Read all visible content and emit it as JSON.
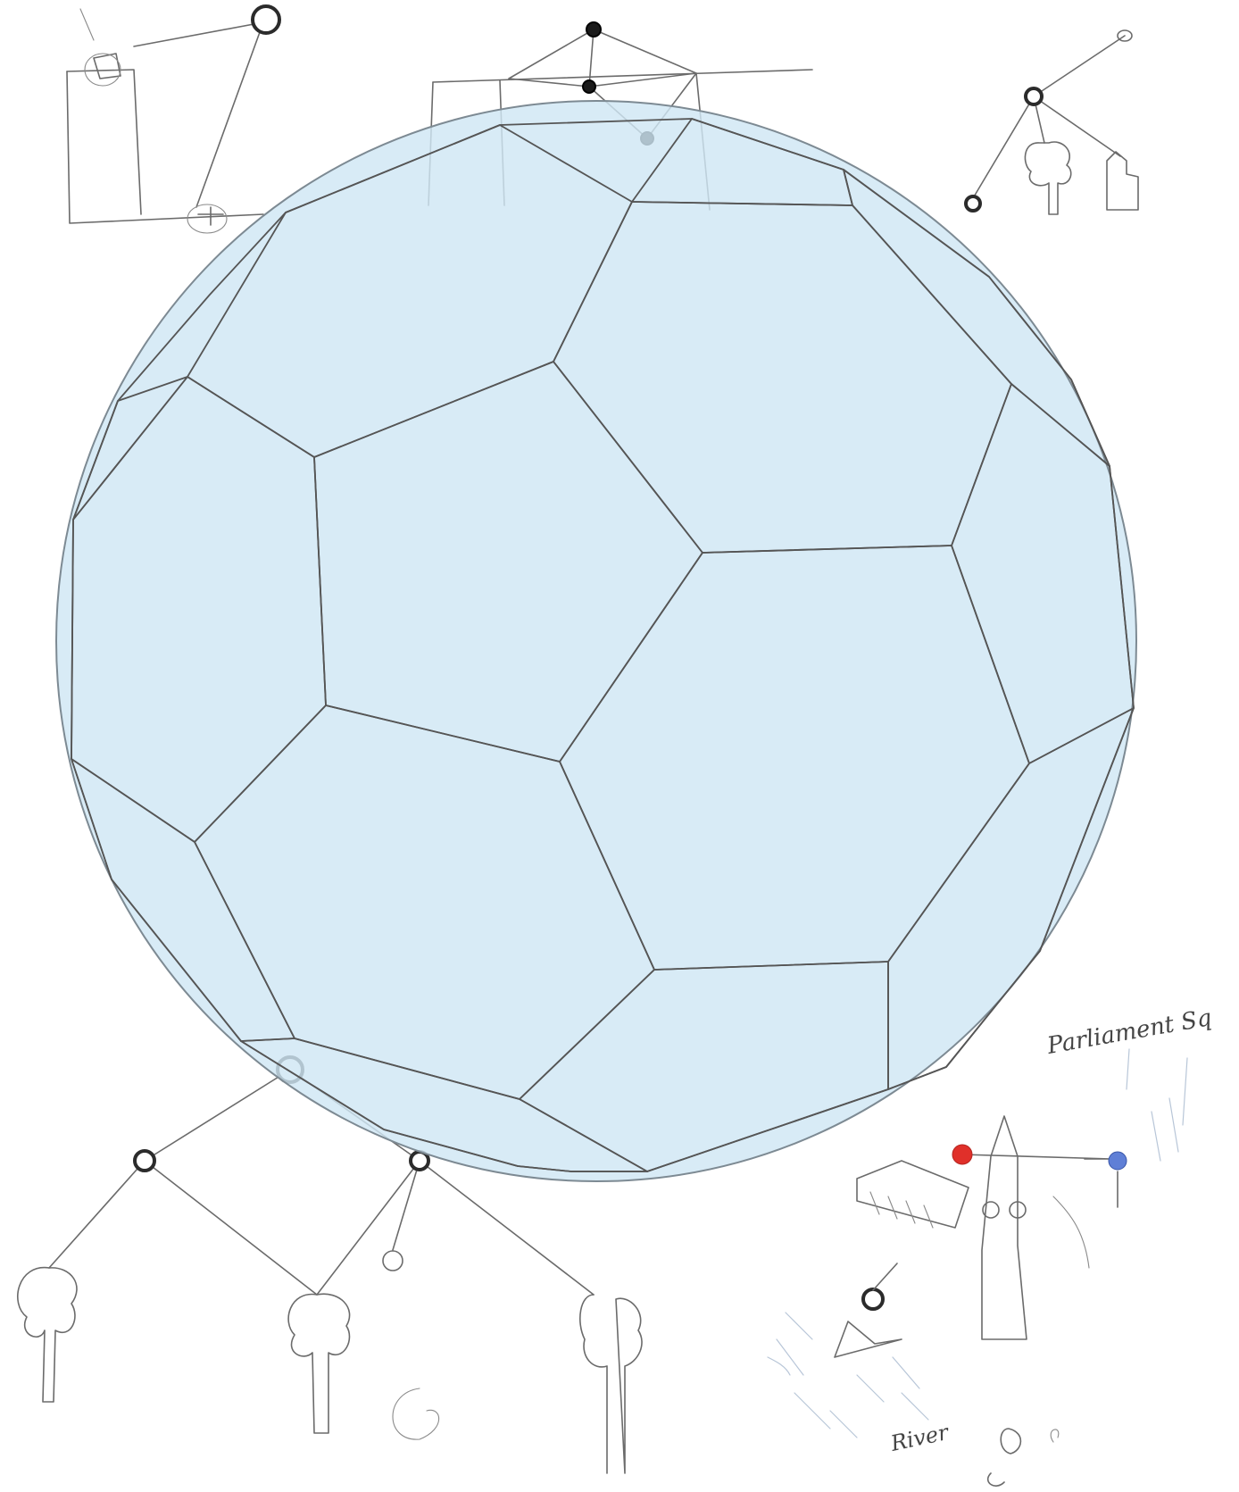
{
  "colors": {
    "globe_fill": "#cfe7f4",
    "globe_stroke": "#7d8a93",
    "facet_stroke": "#555555",
    "sketch_ink": "#6b6b6b",
    "red_node": "#e0302a",
    "blue_node": "#5f7fd6",
    "background": "#ffffff"
  },
  "diagram": {
    "main_shape": "truncated-icosahedron-sphere",
    "annotations": {
      "parliament_sq": "Parliament Sq",
      "river": "River"
    },
    "icons": [
      "tree-icon",
      "building-icon",
      "clock-tower-icon",
      "boat-icon",
      "node-circle-icon"
    ]
  }
}
